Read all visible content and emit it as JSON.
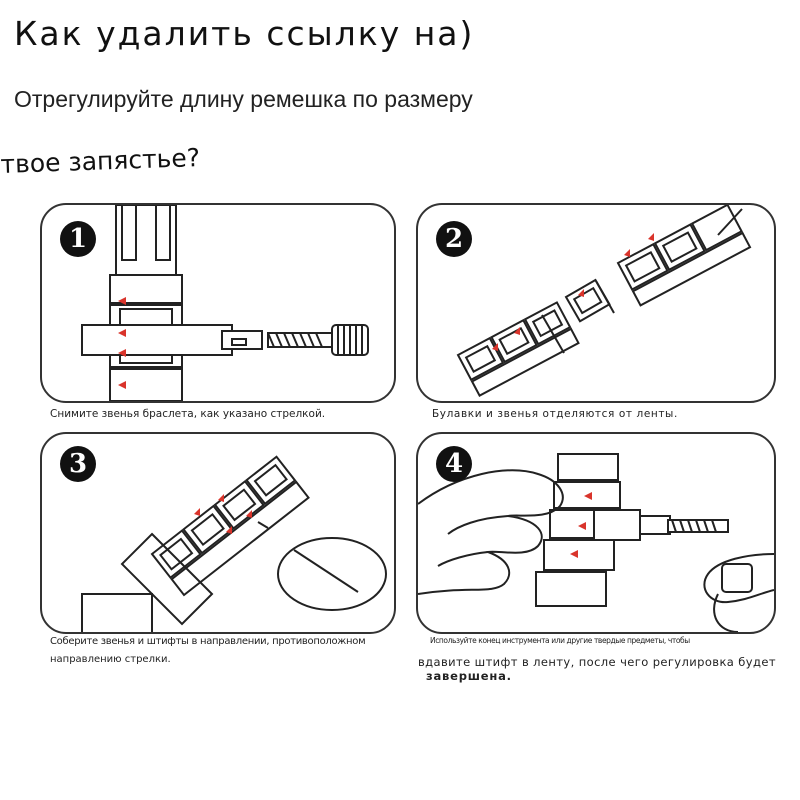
{
  "header": {
    "title_line1": "Как удалить ссылку на)",
    "title_line2": "Отрегулируйте длину ремешка по размеру",
    "title_line3": "твое запястье?"
  },
  "steps": [
    {
      "number": "1",
      "caption": "Снимите звенья браслета, как указано стрелкой."
    },
    {
      "number": "2",
      "caption": "Булавки и звенья отделяются от ленты."
    },
    {
      "number": "3",
      "caption_line1": "Соберите звенья и штифты в направлении, противоположном",
      "caption_line2": "направлению стрелки."
    },
    {
      "number": "4",
      "caption_small": "Используйте конец инструмента или другие твердые предметы, чтобы",
      "caption_line1": "вдавите штифт в ленту, после чего регулировка будет",
      "caption_line2": "завершена."
    }
  ],
  "colors": {
    "border": "#333333",
    "arrow": "#d9342b",
    "badge": "#111111"
  },
  "icons": [
    "link-removal-tool-icon",
    "bracelet-links-icon",
    "pin-icon",
    "hand-icon"
  ]
}
